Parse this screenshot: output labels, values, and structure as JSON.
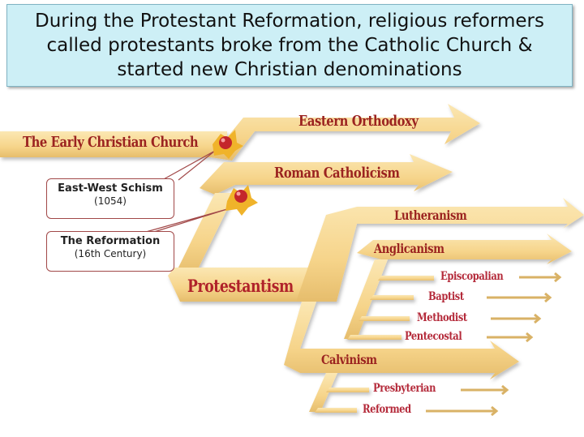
{
  "slide": {
    "title": "During the Protestant Reformation, religious reformers called protestants broke from the Catholic Church & started new Christian denominations"
  },
  "diagram": {
    "root": "The Early Christian Church",
    "branches": {
      "eastern_orthodoxy": "Eastern Orthodoxy",
      "roman_catholicism": "Roman Catholicism",
      "protestantism": "Protestantism",
      "lutheranism": "Lutheranism",
      "anglicanism": "Anglicanism",
      "episcopalian": "Episcopalian",
      "baptist": "Baptist",
      "methodist": "Methodist",
      "pentecostal": "Pentecostal",
      "calvinism": "Calvinism",
      "presbyterian": "Presbyterian",
      "reformed": "Reformed"
    },
    "events": [
      {
        "title": "East-West Schism",
        "date": "(1054)"
      },
      {
        "title": "The Reformation",
        "date": "(16th Century)"
      }
    ],
    "colors": {
      "arrow_fill": "#f8dc98",
      "arrow_shadow": "#d9b266",
      "label_dark_red": "#9b2320",
      "label_red": "#b42a3a",
      "callout_border": "#a14848",
      "title_bg": "#cdeff6"
    }
  }
}
